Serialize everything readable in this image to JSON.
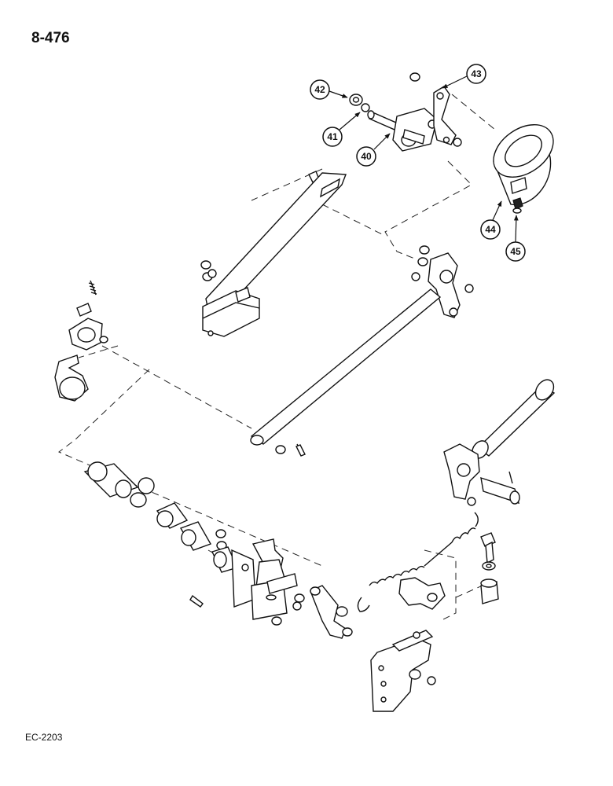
{
  "page_number": "8-476",
  "figure_code": "EC-2203",
  "callouts": [
    "40",
    "41",
    "42",
    "43",
    "44",
    "45"
  ]
}
